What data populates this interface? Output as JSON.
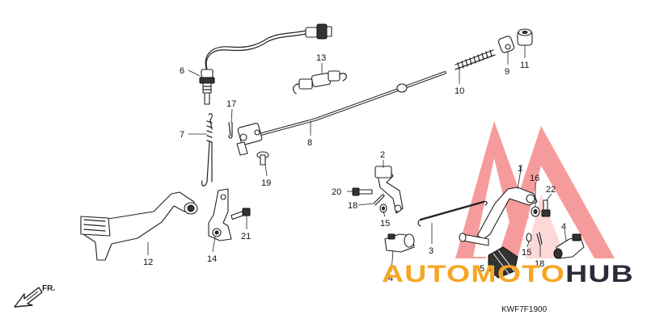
{
  "diagram": {
    "code": "KWF7F1900",
    "direction_label": "FR.",
    "callouts": [
      "1",
      "2",
      "3",
      "4",
      "4",
      "5",
      "6",
      "7",
      "8",
      "9",
      "10",
      "11",
      "12",
      "13",
      "14",
      "15",
      "15",
      "16",
      "17",
      "18",
      "18",
      "19",
      "20",
      "21",
      "22"
    ]
  },
  "watermark": {
    "part1": "AUTOMOTO",
    "part2": "HUB",
    "color_orange": "#f5a623",
    "color_dark": "#2b2b3a",
    "color_triangle": "#f15a5a"
  }
}
